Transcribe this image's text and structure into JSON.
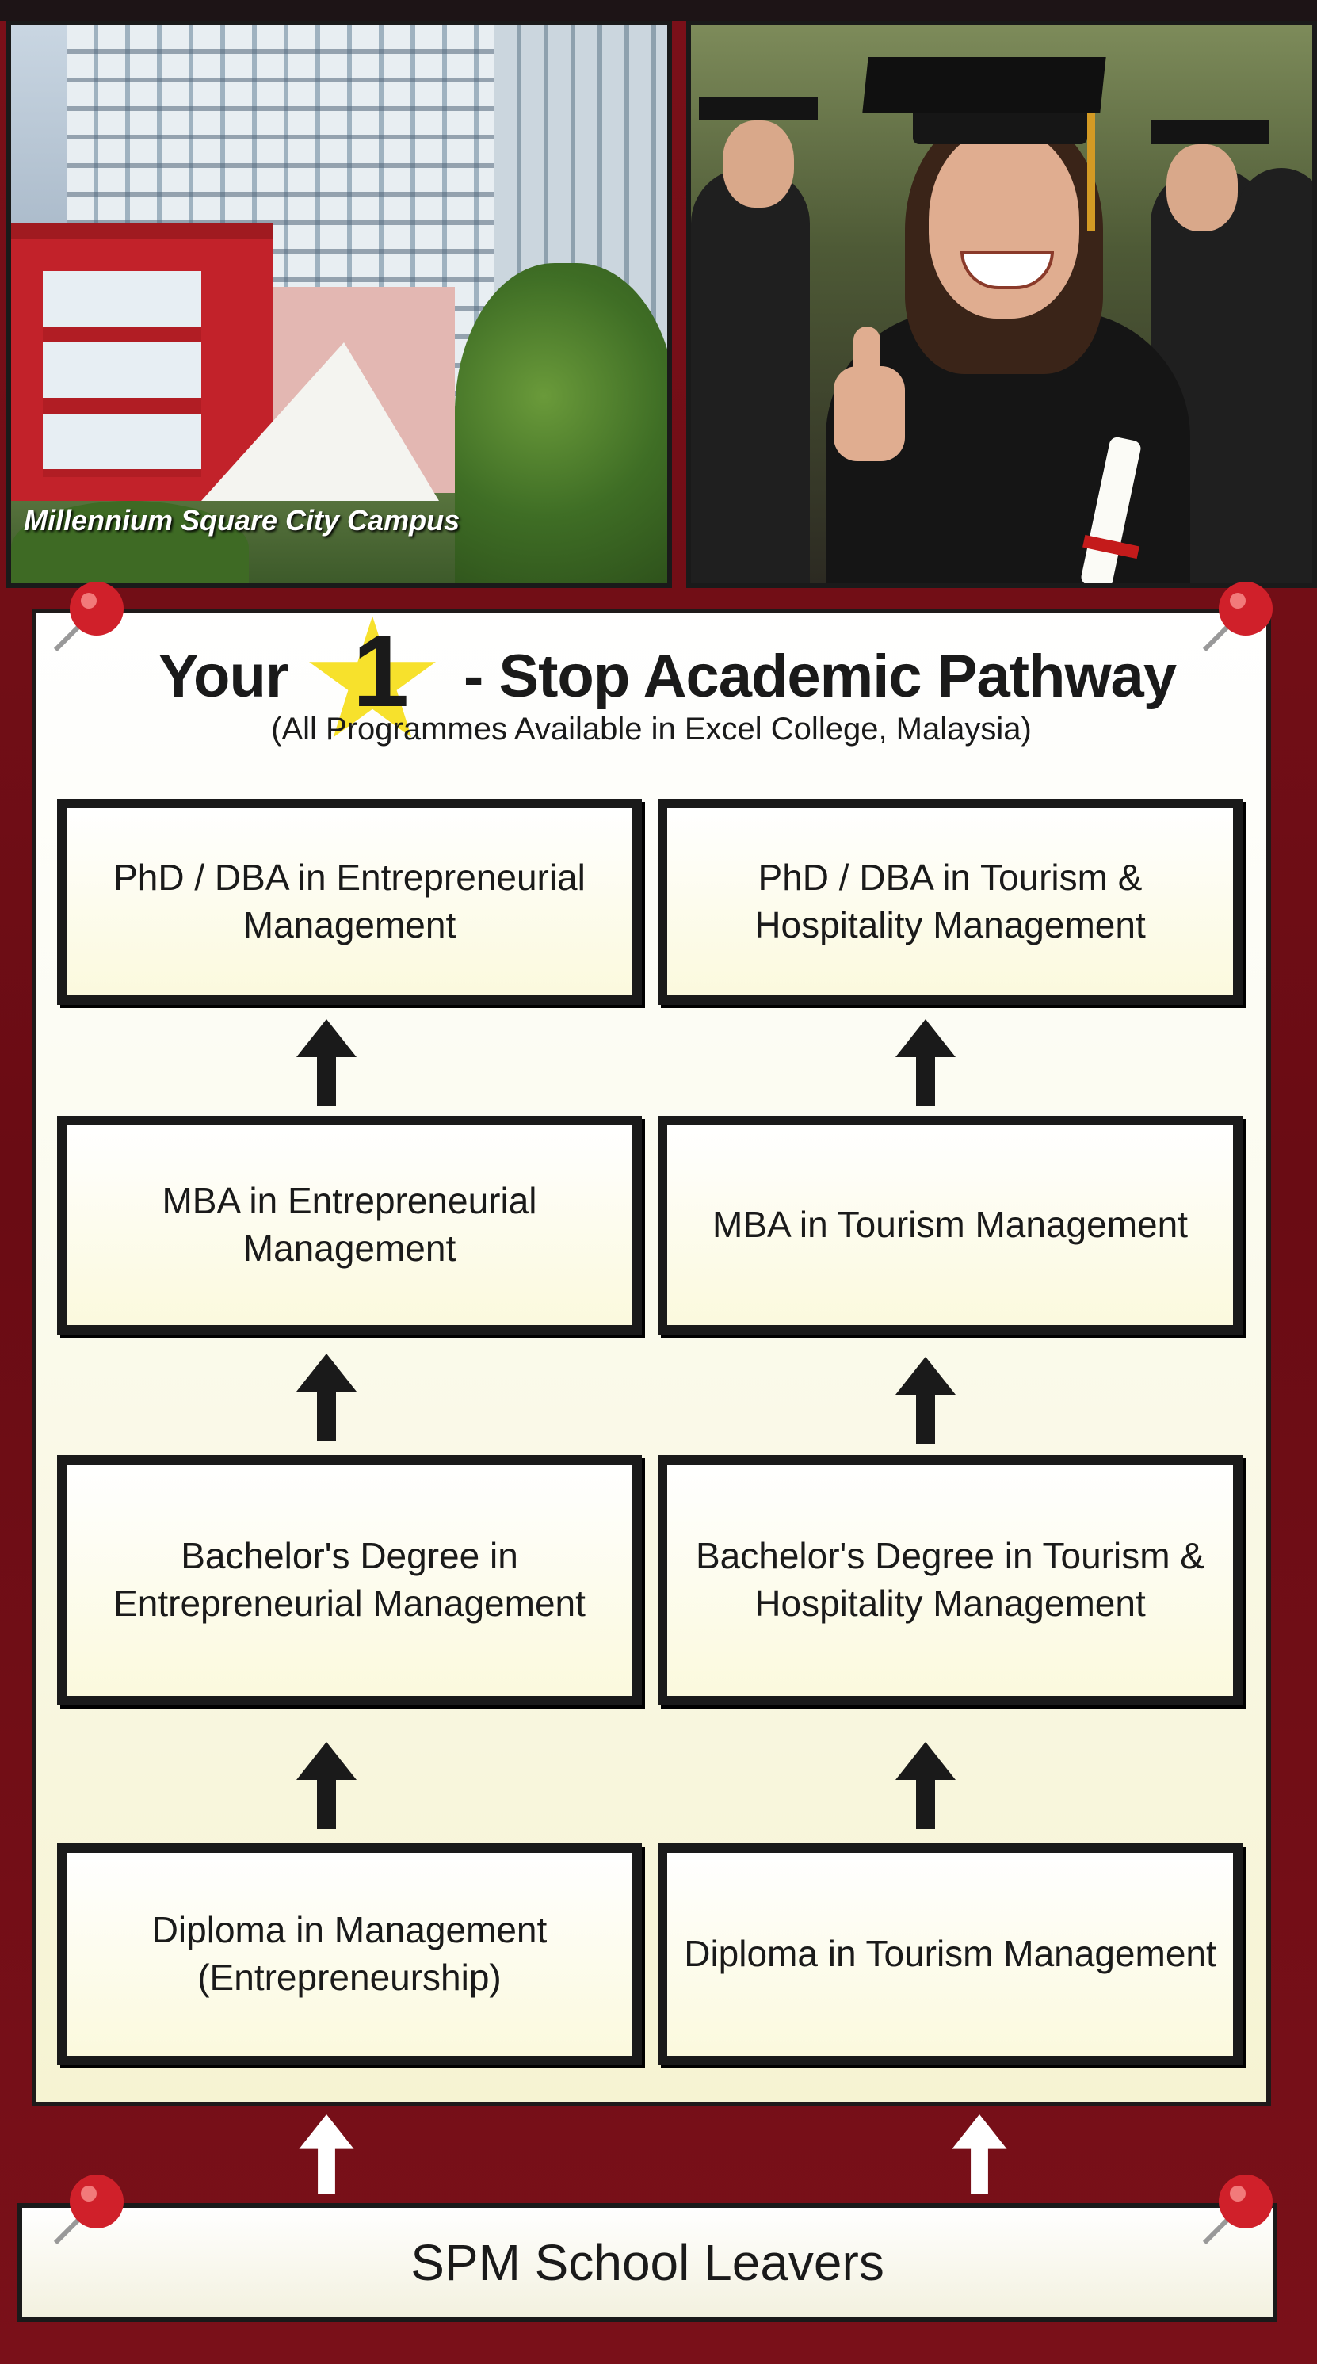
{
  "campus_caption": "Millennium Square City Campus",
  "title": {
    "your": "Your",
    "number": "1",
    "rest": "- Stop Academic Pathway",
    "subtitle": "(All Programmes Available in Excel College, Malaysia)"
  },
  "left_path": [
    "PhD / DBA in Entrepreneurial Management",
    "MBA in Entrepreneurial Management",
    "Bachelor's Degree in Entrepreneurial Management",
    "Diploma in Management (Entrepreneurship)"
  ],
  "right_path": [
    "PhD / DBA in Tourism & Hospitality Management",
    "MBA in Tourism Management",
    "Bachelor's Degree in Tourism & Hospitality Management",
    "Diploma in Tourism Management"
  ],
  "entry": "SPM School Leavers",
  "colors": {
    "frame": "#6e0d14",
    "star": "#f7e12c",
    "pin": "#d0202a"
  }
}
